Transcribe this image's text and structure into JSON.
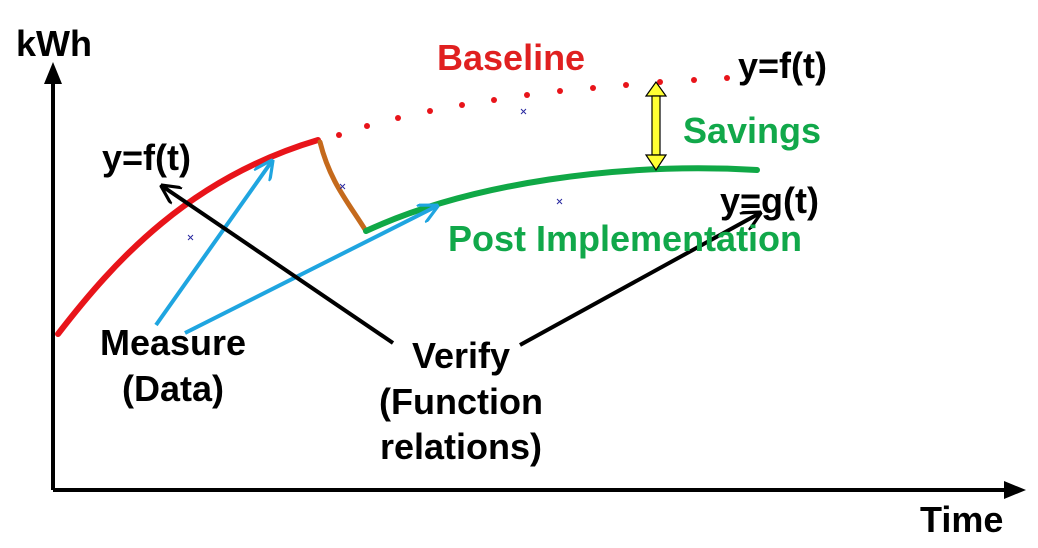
{
  "axes": {
    "y_label": "kWh",
    "x_label": "Time"
  },
  "labels": {
    "baseline": "Baseline",
    "baseline_function": "y=f(t)",
    "savings": "Savings",
    "post_implementation": "Post Implementation",
    "post_function": "y=g(t)",
    "measured_function": "y=f(t)",
    "measure_line1": "Measure",
    "measure_line2": "(Data)",
    "verify_line1": "Verify",
    "verify_line2": "(Function",
    "verify_line3": "relations)"
  },
  "colors": {
    "axis": "#000000",
    "baseline": "#e8141a",
    "baseline_label": "#e02020",
    "post": "#10a846",
    "post_label": "#11a84a",
    "transition": "#c56a1c",
    "savings_arrow_fill": "#ffff33",
    "savings_arrow_stroke": "#000000",
    "measure_arrow": "#1fa5e0",
    "verify_arrow": "#000000",
    "marker": "#2a2aa0"
  }
}
